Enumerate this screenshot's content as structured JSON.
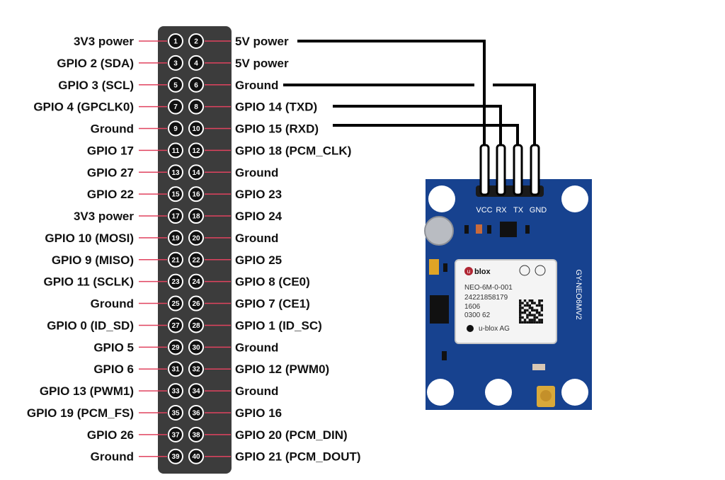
{
  "colors": {
    "header_body": "#3c3c3c",
    "pin_circle": "#111111",
    "leader_line": "#e0435f",
    "wire": "#000000",
    "module_board": "#17428f",
    "chip_shield": "#f4f4f4",
    "antenna_connector": "#d9a93a"
  },
  "header": {
    "left_labels": [
      "3V3 power",
      "GPIO 2 (SDA)",
      "GPIO 3 (SCL)",
      "GPIO 4 (GPCLK0)",
      "Ground",
      "GPIO 17",
      "GPIO 27",
      "GPIO 22",
      "3V3 power",
      "GPIO 10 (MOSI)",
      "GPIO 9 (MISO)",
      "GPIO 11 (SCLK)",
      "Ground",
      "GPIO 0 (ID_SD)",
      "GPIO 5",
      "GPIO 6",
      "GPIO 13 (PWM1)",
      "GPIO 19 (PCM_FS)",
      "GPIO 26",
      "Ground"
    ],
    "right_labels": [
      "5V power",
      "5V power",
      "Ground",
      "GPIO 14 (TXD)",
      "GPIO 15 (RXD)",
      "GPIO 18 (PCM_CLK)",
      "Ground",
      "GPIO 23",
      "GPIO 24",
      "Ground",
      "GPIO 25",
      "GPIO 8 (CE0)",
      "GPIO 7 (CE1)",
      "GPIO 1 (ID_SC)",
      "Ground",
      "GPIO 12 (PWM0)",
      "Ground",
      "GPIO 16",
      "GPIO 20 (PCM_DIN)",
      "GPIO 21 (PCM_DOUT)"
    ],
    "left_numbers": [
      "1",
      "3",
      "5",
      "7",
      "9",
      "11",
      "13",
      "15",
      "17",
      "19",
      "21",
      "23",
      "25",
      "27",
      "29",
      "31",
      "33",
      "35",
      "37",
      "39"
    ],
    "right_numbers": [
      "2",
      "4",
      "6",
      "8",
      "10",
      "12",
      "14",
      "16",
      "18",
      "20",
      "22",
      "24",
      "26",
      "28",
      "30",
      "32",
      "34",
      "36",
      "38",
      "40"
    ]
  },
  "module": {
    "pins": [
      "VCC",
      "RX",
      "TX",
      "GND"
    ],
    "board_name": "GY-NEO6MV2",
    "chip": {
      "brand": "blox",
      "brand_prefix": "u",
      "model": "NEO-6M-0-001",
      "serial": "24221858179",
      "line3": "1606",
      "line4": "0300 62",
      "copyright": "u-blox AG"
    }
  },
  "connections": [
    {
      "module_pin": "VCC",
      "header_label": "5V power"
    },
    {
      "module_pin": "RX",
      "header_label": "GPIO 14 (TXD)"
    },
    {
      "module_pin": "TX",
      "header_label": "GPIO 15 (RXD)"
    },
    {
      "module_pin": "GND",
      "header_label": "Ground"
    }
  ]
}
